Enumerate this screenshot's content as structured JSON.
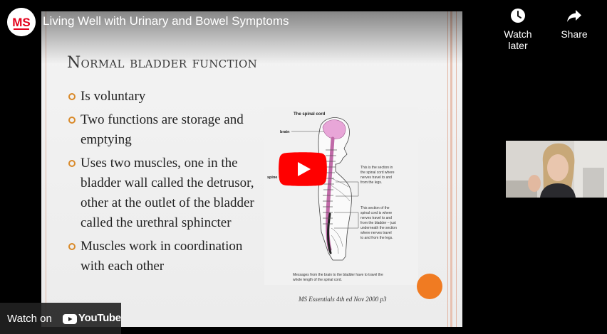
{
  "video": {
    "title": "Living Well with Urinary and Bowel Symptoms",
    "channel_logo_text": "MS",
    "watch_later_label": "Watch later",
    "share_label": "Share",
    "watch_on_label": "Watch on",
    "youtube_wordmark": "YouTube"
  },
  "slide": {
    "title": "Normal bladder function",
    "bullets": [
      "Is voluntary",
      "Two functions are storage and emptying",
      "Uses two muscles, one in the bladder wall called the detrusor, other at the outlet of the bladder called the urethral sphincter",
      "Muscles work in coordination with each other"
    ],
    "diagram": {
      "heading": "The spinal cord",
      "label_brain": "brain",
      "label_spine": "spine",
      "note1": [
        "This is the section in",
        "the spinal cord where",
        "nerves travel to and",
        "from the legs."
      ],
      "note2": [
        "This section of the",
        "spinal cord is where",
        "nerves travel to and",
        "from the bladder – just",
        "underneath the section",
        "where nerves travel",
        "to and from the legs."
      ],
      "footer": [
        "Messages from the brain to the bladder have to travel the",
        "whole length of the spinal cord."
      ]
    },
    "citation": "MS Essentials 4th ed Nov 2000 p3"
  },
  "colors": {
    "bullet": "#d98a2a",
    "accent_orange": "#f07b22",
    "youtube_red": "#ff0000",
    "brain_pink": "#e8a6d8"
  }
}
